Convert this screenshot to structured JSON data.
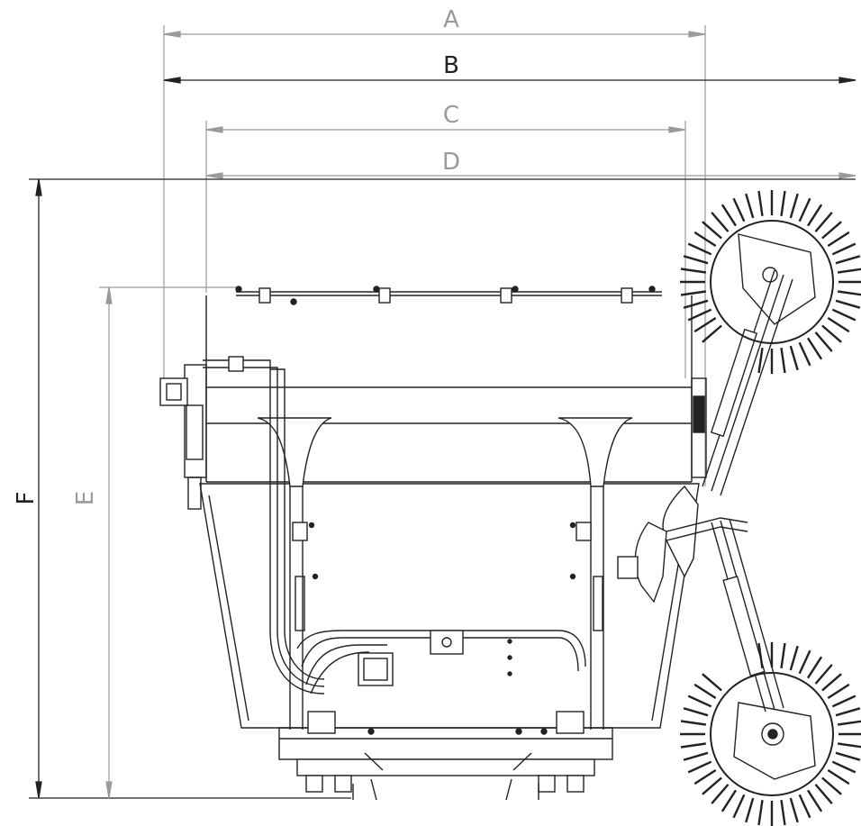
{
  "dimensions": {
    "A": "A",
    "B": "B",
    "C": "C",
    "D": "D",
    "E": "E",
    "F": "F"
  },
  "colors": {
    "line_dark": "#222222",
    "line_light": "#9a9a9a",
    "background": "#ffffff"
  }
}
